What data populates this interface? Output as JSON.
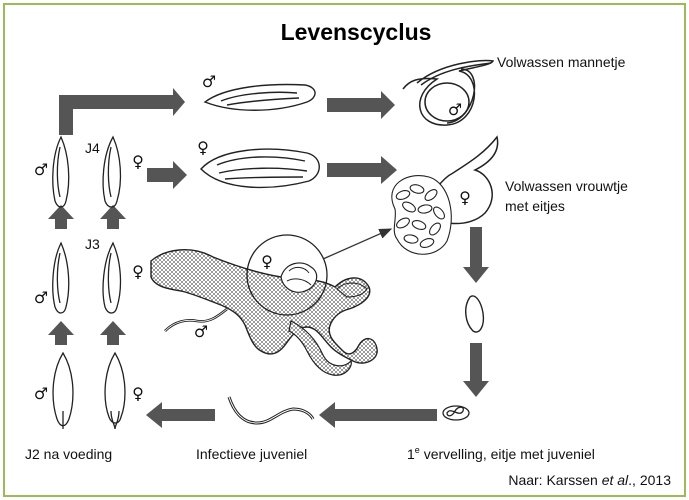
{
  "title": "Levenscyclus",
  "labels": {
    "adult_male": "Volwassen mannetje",
    "adult_female_line1": "Volwassen vrouwtje",
    "adult_female_line2": "met eitjes",
    "j2_after_feeding": "J2 na voeding",
    "infective_juvenile": "Infectieve juveniel",
    "first_molt_number": "1",
    "first_molt_superscript": "e",
    "first_molt_rest": " vervelling, eitje met juveniel"
  },
  "stage_labels": {
    "j4": "J4",
    "j3": "J3"
  },
  "symbols": {
    "male": "♂",
    "female": "♀"
  },
  "source": {
    "prefix": "Naar: Karssen ",
    "italic": "et al",
    "suffix": "., 2013"
  },
  "colors": {
    "border": "#9bbb59",
    "arrow": "#555555",
    "root_fill": "#888888",
    "line": "#222222"
  }
}
